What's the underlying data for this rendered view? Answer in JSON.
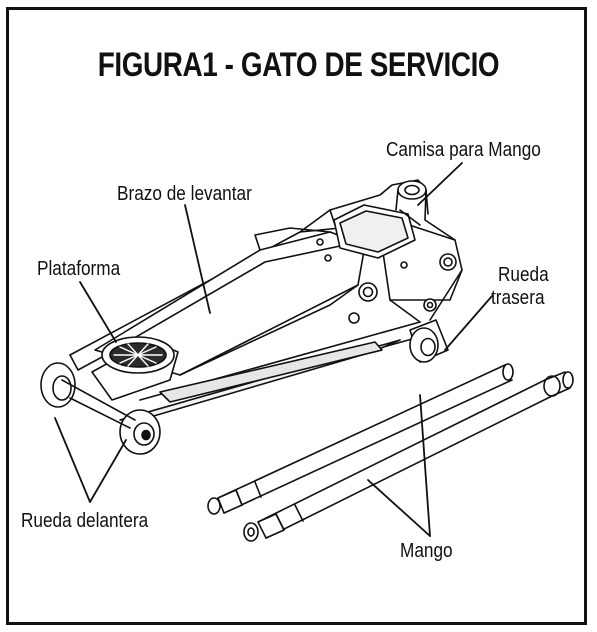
{
  "title": "FIGURA1 - GATO DE SERVICIO",
  "labels": {
    "camisa": "Camisa para Mango",
    "brazo": "Brazo de levantar",
    "plataforma": "Plataforma",
    "rueda_trasera_1": "Rueda",
    "rueda_trasera_2": "trasera",
    "rueda_delantera": "Rueda delantera",
    "mango": "Mango"
  }
}
